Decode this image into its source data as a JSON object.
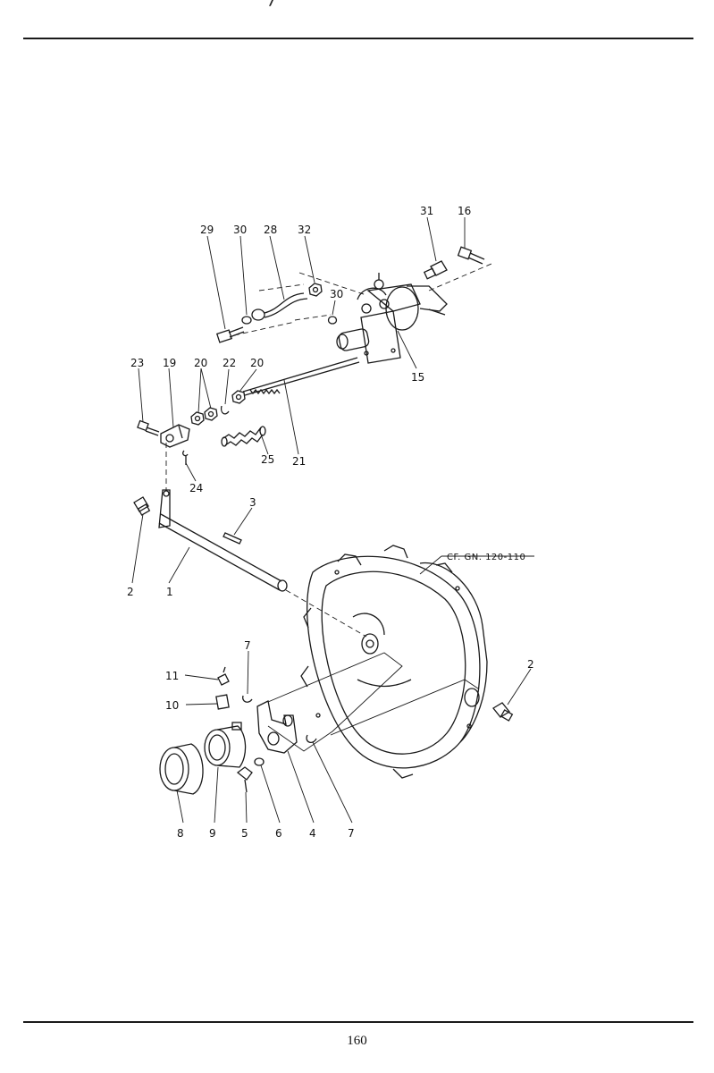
{
  "page": {
    "header_fragment": "/  · · · · · ·  · · · · · · · ·",
    "page_number": "160"
  },
  "diagram": {
    "reference_note": "CF. GN. 120-110",
    "callouts": {
      "p1": "1",
      "p2a": "2",
      "p2b": "2",
      "p3": "3",
      "p4": "4",
      "p5": "5",
      "p6": "6",
      "p7a": "7",
      "p7b": "7",
      "p8": "8",
      "p9": "9",
      "p10": "10",
      "p11": "11",
      "p15": "15",
      "p16": "16",
      "p19": "19",
      "p20a": "20",
      "p20b": "20",
      "p21": "21",
      "p22": "22",
      "p23": "23",
      "p24": "24",
      "p25": "25",
      "p28": "28",
      "p29": "29",
      "p30a": "30",
      "p30b": "30",
      "p31": "31",
      "p32": "32"
    }
  }
}
